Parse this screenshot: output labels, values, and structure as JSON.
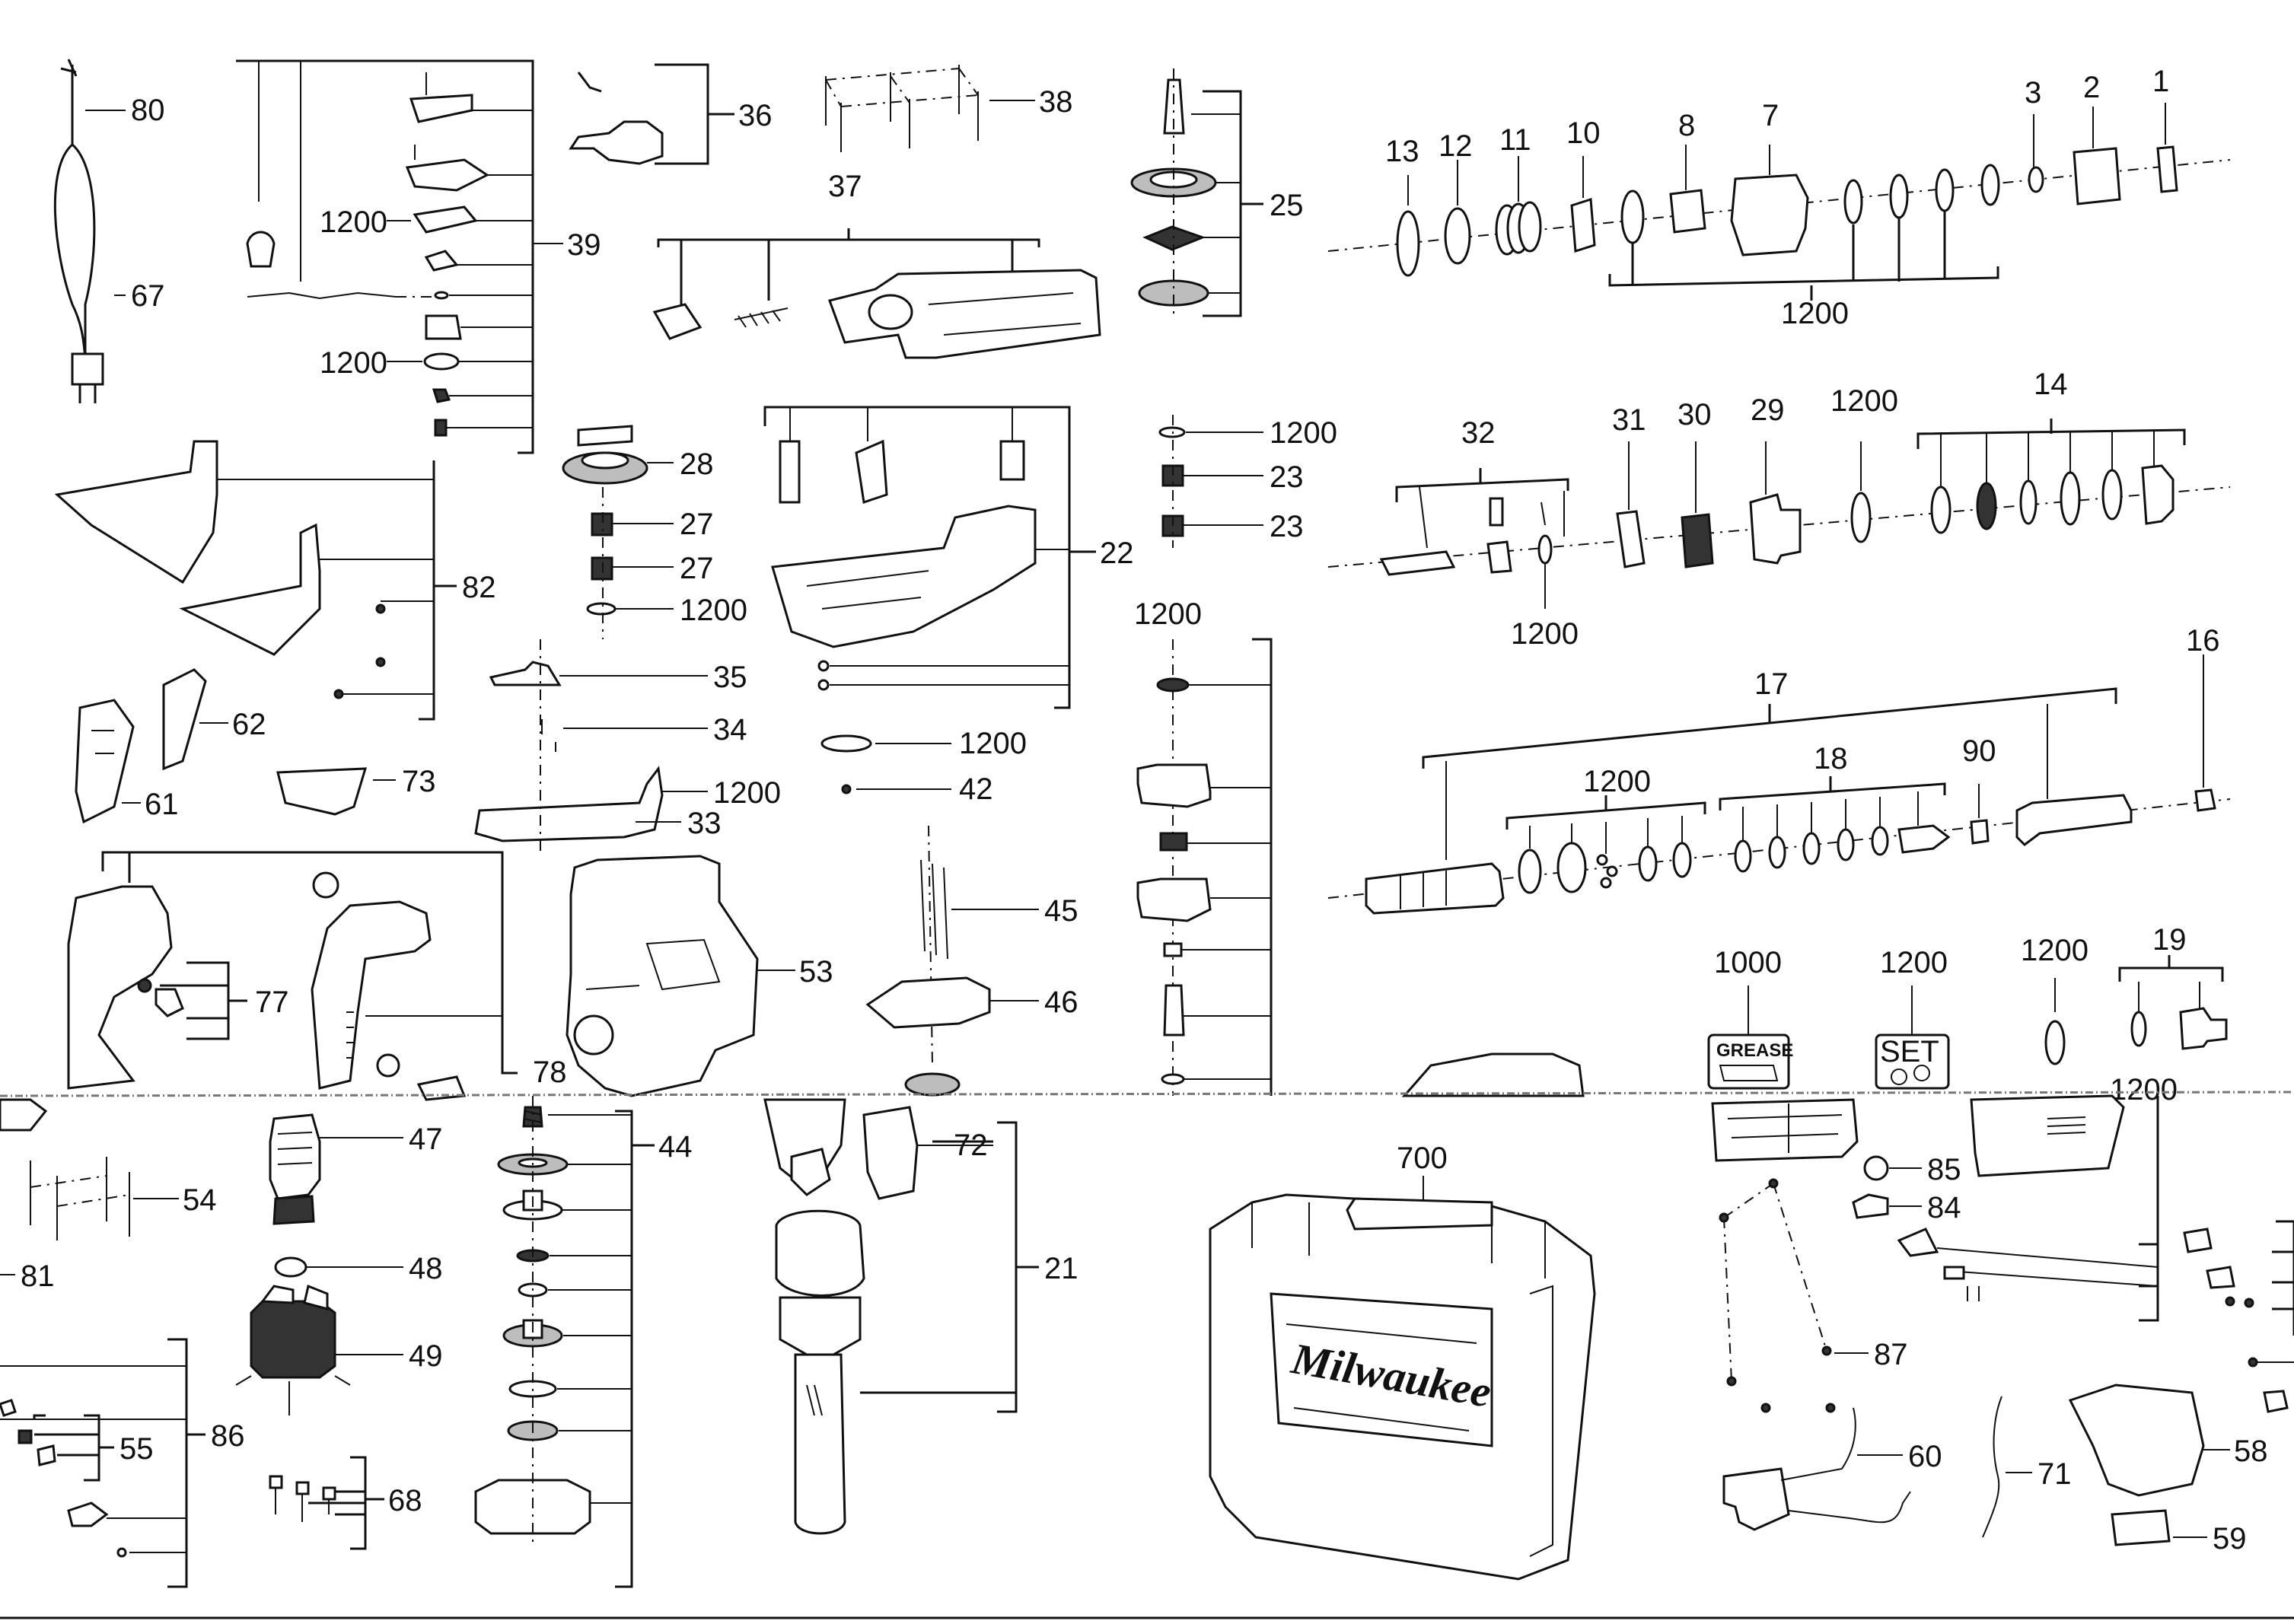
{
  "diagram": {
    "labels": {
      "p80": "80",
      "p67": "67",
      "p39": "39",
      "p39_a": "1200",
      "p39_b": "1200",
      "p36": "36",
      "p38": "38",
      "p37": "37",
      "p25": "25",
      "p13": "13",
      "p12": "12",
      "p11": "11",
      "p10": "10",
      "p8": "8",
      "p7": "7",
      "p3": "3",
      "p2": "2",
      "p1": "1",
      "p1200_top": "1200",
      "p82": "82",
      "p62": "62",
      "p61": "61",
      "p73": "73",
      "p28": "28",
      "p27_a": "27",
      "p27_b": "27",
      "p27_c": "1200",
      "p35": "35",
      "p34": "34",
      "p33_a": "1200",
      "p33": "33",
      "p22": "22",
      "p22_a": "1200",
      "p42": "42",
      "p23_a": "1200",
      "p23_b": "23",
      "p23_c": "23",
      "p32": "32",
      "p32_a": "1200",
      "p31": "31",
      "p30": "30",
      "p29": "29",
      "p29_a": "1200",
      "p14": "14",
      "p17": "17",
      "p17_a": "1200",
      "p18": "18",
      "p90": "90",
      "p16": "16",
      "p_col_1200": "1200",
      "p77": "77",
      "p78": "78",
      "p53": "53",
      "p45": "45",
      "p46": "46",
      "p1000": "1000",
      "p1200_set": "1200",
      "p1200_c": "1200",
      "p19": "19",
      "p1200_d": "1200",
      "grease": "GREASE",
      "set": "SET",
      "p47": "47",
      "p54": "54",
      "p81": "81",
      "p48": "48",
      "p49": "49",
      "p55": "55",
      "p86": "86",
      "p68": "68",
      "p44": "44",
      "p72": "72",
      "p21": "21",
      "p700": "700",
      "brand": "Milwaukee",
      "p85": "85",
      "p84": "84",
      "p87": "87",
      "p60": "60",
      "p71": "71",
      "p58": "58",
      "p59": "59"
    },
    "colors": {
      "line": "#111111",
      "background": "#ffffff",
      "shade": "#bdbdbd"
    }
  }
}
